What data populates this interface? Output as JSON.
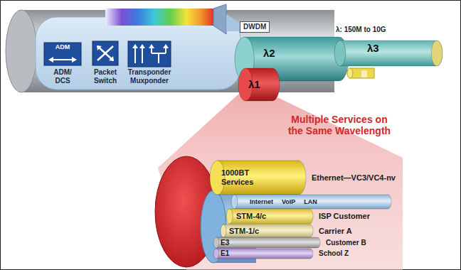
{
  "diagram": {
    "nodes": [
      {
        "text": [
          "DWDM"
        ]
      },
      {
        "text": [
          "λ2"
        ]
      },
      {
        "text": [
          "λ3"
        ]
      },
      {
        "text": [
          "λ1"
        ]
      },
      {
        "text": [
          "1000BT Services",
          "Ethernet—VC3/VC4-nv"
        ]
      },
      {
        "text": [
          "Internet",
          "VoIP",
          "LAN"
        ]
      },
      {
        "text": [
          "STM-4/c",
          "ISP Customer"
        ]
      },
      {
        "text": [
          "STM-1/c",
          "Carrier A"
        ]
      },
      {
        "text": [
          "E3",
          "Customer B"
        ]
      },
      {
        "text": [
          "E1",
          "School Z"
        ]
      }
    ],
    "labels": [
      "ADM",
      "ADM/ DCS",
      "Packet Switch",
      "Transponder Muxponder",
      "λ: 150M to 10G",
      "Multiple Services on the Same Wavelength"
    ]
  }
}
